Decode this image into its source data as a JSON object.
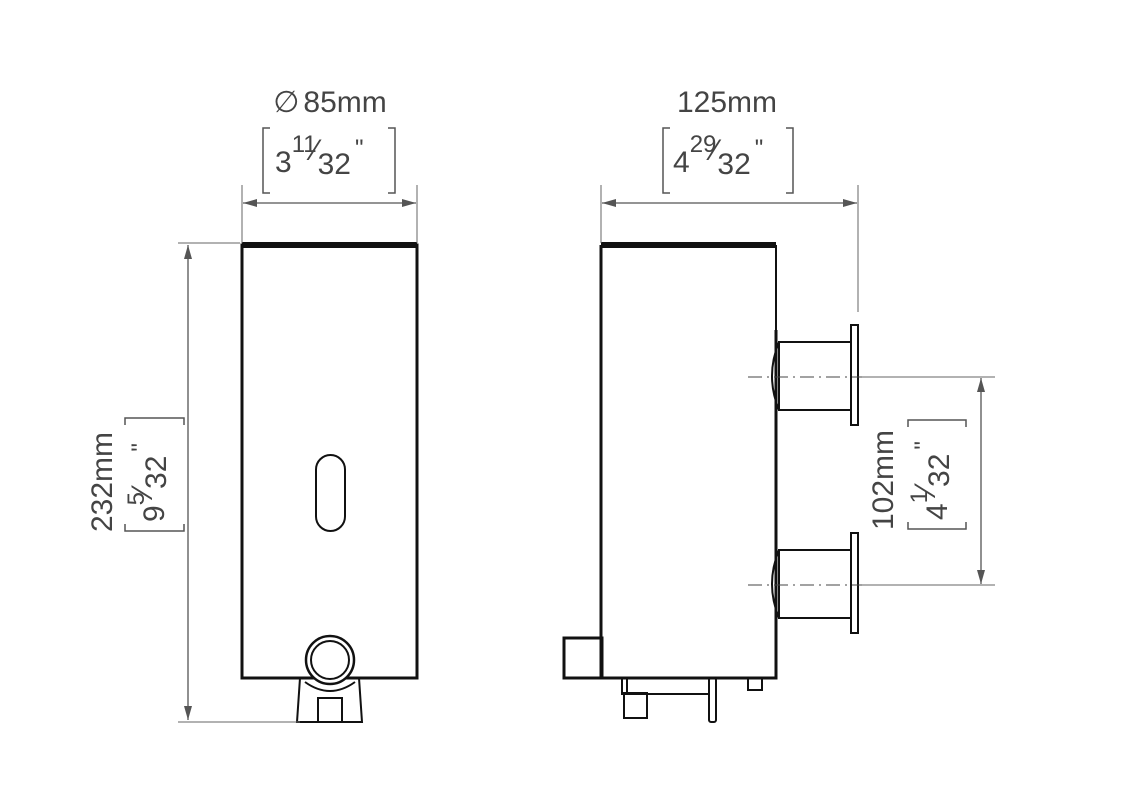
{
  "front_view": {
    "width_metric": "85mm",
    "diameter_symbol": "∅",
    "width_imperial": {
      "whole": "3",
      "num": "11",
      "den": "32",
      "unit": "\""
    },
    "height_metric": "232mm",
    "height_imperial": {
      "whole": "9",
      "num": "5",
      "den": "32",
      "unit": "\""
    }
  },
  "side_view": {
    "depth_metric": "125mm",
    "depth_imperial": {
      "whole": "4",
      "num": "29",
      "den": "32",
      "unit": "\""
    },
    "bracket_spacing_metric": "102mm",
    "bracket_spacing_imperial": {
      "whole": "4",
      "num": "1",
      "den": "32",
      "unit": "\""
    }
  },
  "colors": {
    "line": "#111111",
    "dimension": "#555555"
  }
}
